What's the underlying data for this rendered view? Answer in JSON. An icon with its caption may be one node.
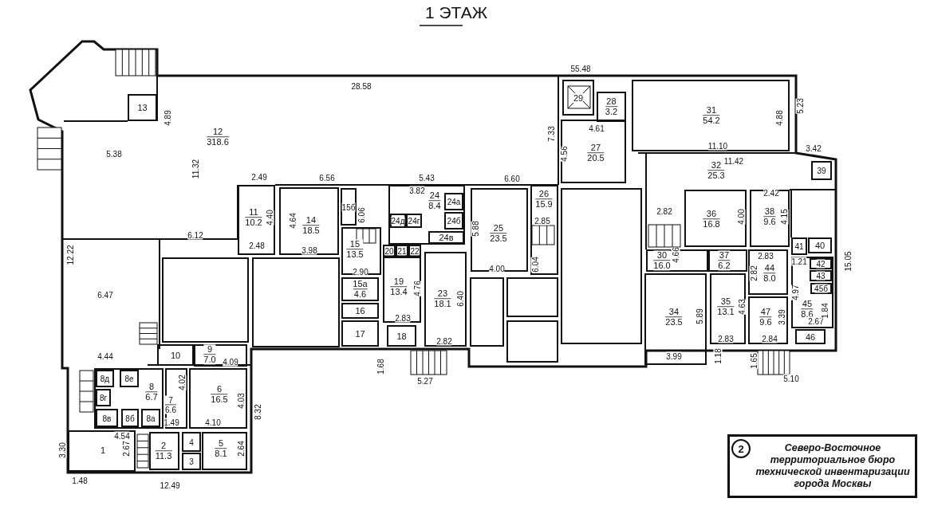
{
  "diagram": {
    "title": "1 ЭТАЖ",
    "nodes": [
      {
        "text": [
          "13"
        ]
      },
      {
        "text": [
          "12",
          "318.6"
        ]
      },
      {
        "text": [
          "29"
        ]
      },
      {
        "text": [
          "28",
          "3.2"
        ]
      },
      {
        "text": [
          "31",
          "54.2"
        ]
      },
      {
        "text": [
          "27",
          "20.5"
        ]
      },
      {
        "text": [
          "32",
          "25.3"
        ]
      },
      {
        "text": [
          "39"
        ]
      },
      {
        "text": [
          "11",
          "10.2"
        ]
      },
      {
        "text": [
          "14",
          "18.5"
        ]
      },
      {
        "text": [
          "15б"
        ]
      },
      {
        "text": [
          "24",
          "8.4"
        ]
      },
      {
        "text": [
          "24а"
        ],
        "in": 11
      },
      {
        "text": [
          "24д"
        ],
        "in": 11
      },
      {
        "text": [
          "24г"
        ],
        "in": 11
      },
      {
        "text": [
          "24б"
        ],
        "in": 11
      },
      {
        "text": [
          "24в"
        ],
        "in": 11
      },
      {
        "text": [
          "25",
          "23.5"
        ]
      },
      {
        "text": [
          "26",
          "15.9"
        ]
      },
      {
        "text": [
          "36",
          "16.8"
        ]
      },
      {
        "text": [
          "38",
          "9.6"
        ]
      },
      {
        "text": [
          "20"
        ]
      },
      {
        "text": [
          "21"
        ]
      },
      {
        "text": [
          "22"
        ]
      },
      {
        "text": [
          "15",
          "13.5"
        ]
      },
      {
        "text": [
          "41"
        ]
      },
      {
        "text": [
          "40"
        ]
      },
      {
        "text": [
          "45",
          "8.6"
        ]
      },
      {
        "text": [
          "42"
        ],
        "in": 27
      },
      {
        "text": [
          "43"
        ],
        "in": 27
      },
      {
        "text": [
          "45б"
        ],
        "in": 27
      },
      {
        "text": [
          "30",
          "16.0"
        ]
      },
      {
        "text": [
          "37",
          "6.2"
        ]
      },
      {
        "text": [
          "44",
          "8.0"
        ]
      },
      {
        "text": [
          "19",
          "13.4"
        ]
      },
      {
        "text": [
          "23",
          "18.1"
        ]
      },
      {
        "text": [
          "15а",
          "4.6"
        ]
      },
      {
        "text": [
          "16"
        ]
      },
      {
        "text": [
          "17"
        ]
      },
      {
        "text": [
          "18"
        ]
      },
      {
        "text": [
          "34",
          "23.5"
        ]
      },
      {
        "text": [
          "35",
          "13.1"
        ]
      },
      {
        "text": [
          "47",
          "9.6"
        ]
      },
      {
        "text": [
          "46"
        ]
      },
      {
        "text": [
          "10"
        ]
      },
      {
        "text": [
          "9",
          "7.0"
        ]
      },
      {
        "text": [
          "8",
          "6.7"
        ]
      },
      {
        "text": [
          "8д"
        ],
        "in": 46
      },
      {
        "text": [
          "8е"
        ],
        "in": 46
      },
      {
        "text": [
          "8г"
        ],
        "in": 46
      },
      {
        "text": [
          "8в"
        ],
        "in": 46
      },
      {
        "text": [
          "8б"
        ],
        "in": 46
      },
      {
        "text": [
          "8а"
        ],
        "in": 46
      },
      {
        "text": [
          "7",
          "6.6"
        ]
      },
      {
        "text": [
          "6",
          "16.5"
        ]
      },
      {
        "text": [
          "1"
        ]
      },
      {
        "text": [
          "2",
          "11.3"
        ]
      },
      {
        "text": [
          "4"
        ]
      },
      {
        "text": [
          "3"
        ]
      },
      {
        "text": [
          "5",
          "8.1"
        ]
      },
      {
        "text": [
          "Северо-Восточное территориальное бюро технической инвентаризации города Москвы"
        ]
      },
      {
        "text": [
          "2"
        ],
        "in": 60
      },
      {
        "text": [],
        "shape": "box"
      },
      {
        "text": [],
        "shape": "box"
      },
      {
        "text": [],
        "shape": "box"
      },
      {
        "text": [],
        "shape": "box"
      },
      {
        "text": [],
        "shape": "box"
      },
      {
        "text": [],
        "shape": "box"
      }
    ],
    "labels": [
      "55.48",
      "28.58",
      "4.89",
      "7.33",
      "4.61",
      "4.88",
      "5.23",
      "5.38",
      "4.56",
      "11.10",
      "3.42",
      "11.32",
      "11.42",
      "2.49",
      "6.56",
      "5.43",
      "6.60",
      "3.82",
      "2.42",
      "4.40",
      "4.64",
      "6.06",
      "2.85",
      "2.82",
      "4.00",
      "4.15",
      "6.12",
      "5.88",
      "2.48",
      "3.98",
      "12.22",
      "2.90",
      "4.00",
      "6.04",
      "4.66",
      "2.82",
      "2.83",
      "1.21",
      "15.05",
      "6.47",
      "4.76",
      "6.40",
      "4.97",
      "2.83",
      "5.89",
      "4.63",
      "3.39",
      "2.67",
      "1.84",
      "2.82",
      "2.83",
      "2.84",
      "4.44",
      "4.09",
      "1.68",
      "3.99",
      "1.18",
      "1.65",
      "4.02",
      "5.27",
      "5.10",
      "4.03",
      "8.32",
      "1.49",
      "4.10",
      "4.54",
      "3.30",
      "2.67",
      "2.64",
      "1.48",
      "12.49"
    ]
  }
}
